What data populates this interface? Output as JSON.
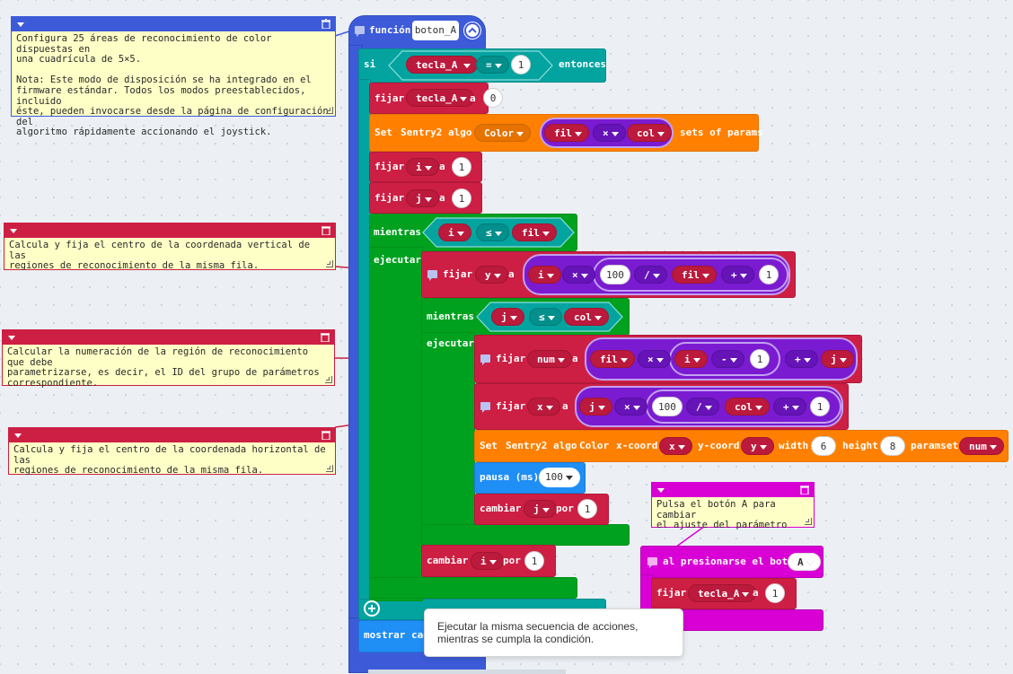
{
  "function_block": {
    "label": "función",
    "name": "boton_A"
  },
  "if_block": {
    "label": "si",
    "var": "tecla_A",
    "op": "=",
    "value": "1",
    "then": "entonces"
  },
  "set_tecla": {
    "label": "fijar",
    "var": "tecla_A",
    "to": "a",
    "value": "0"
  },
  "set_algo": {
    "set": "Set",
    "device": "Sentry2",
    "algo": "algo",
    "algo_value": "Color",
    "a": "fil",
    "op": "×",
    "b": "col",
    "suffix": "sets of params"
  },
  "set_i": {
    "label": "fijar",
    "var": "i",
    "to": "a",
    "value": "1"
  },
  "set_j": {
    "label": "fijar",
    "var": "j",
    "to": "a",
    "value": "1"
  },
  "while_outer": {
    "label": "mientras",
    "a": "i",
    "op": "≤",
    "b": "fil",
    "do": "ejecutar"
  },
  "set_y": {
    "label": "fijar",
    "var": "y",
    "to": "a",
    "a": "i",
    "op1": "×",
    "n": "100",
    "op2": "/",
    "b": "fil",
    "op3": "+",
    "c": "1"
  },
  "while_inner": {
    "label": "mientras",
    "a": "j",
    "op": "≤",
    "b": "col",
    "do": "ejecutar"
  },
  "set_num": {
    "label": "fijar",
    "var": "num",
    "to": "a",
    "a": "fil",
    "op1": "×",
    "b": "i",
    "op2": "-",
    "c": "1",
    "op3": "+",
    "d": "j"
  },
  "set_x": {
    "label": "fijar",
    "var": "x",
    "to": "a",
    "a": "j",
    "op1": "×",
    "n": "100",
    "op2": "/",
    "b": "col",
    "op3": "+",
    "c": "1"
  },
  "set_params": {
    "set": "Set",
    "device": "Sentry2",
    "algo": "algo",
    "algo_value": "Color",
    "xl": "x-coord",
    "x": "x",
    "yl": "y-coord",
    "y": "y",
    "wl": "width",
    "w": "6",
    "hl": "height",
    "h": "8",
    "pl": "paramset",
    "p": "num"
  },
  "pause": {
    "label": "pausa (ms)",
    "value": "100"
  },
  "change_j": {
    "label": "cambiar",
    "var": "j",
    "by": "por",
    "value": "1"
  },
  "change_i": {
    "label": "cambiar",
    "var": "i",
    "by": "por",
    "value": "1"
  },
  "show_string": {
    "label": "mostrar cade"
  },
  "on_button": {
    "label": "al presionarse el botón",
    "button": "A"
  },
  "set_tecla_1": {
    "label": "fijar",
    "var": "tecla_A",
    "to": "a",
    "value": "1"
  },
  "comments": [
    {
      "text": "Configura 25 áreas de reconocimiento de color dispuestas en\nuna cuadrícula de 5×5.\n\nNota: Este modo de disposición se ha integrado en el\nfirmware estándar. Todos los modos preestablecidos, incluido\néste, pueden invocarse desde la página de configuración del\nalgoritmo rápidamente accionando el joystick."
    },
    {
      "text": "Calcula y fija el centro de la coordenada vertical de las\nregiones de reconocimiento de la misma fila."
    },
    {
      "text": "Calcular la numeración de la región de reconocimiento que debe\nparametrizarse, es decir, el ID del grupo de parámetros\ncorrespondiente."
    },
    {
      "text": "Calcula y fija el centro de la coordenada horizontal de las\nregiones de reconocimiento de la misma fila."
    },
    {
      "text": "Pulsa el botón A para cambiar\nel ajuste del parámetro"
    }
  ],
  "tooltip": {
    "text": "Ejecutar la misma secuencia de acciones,\nmientras se cumpla la condición."
  },
  "colors": {
    "logic": "#03a4a0",
    "variables": "#cd1f44",
    "sentry": "#ff8000",
    "loops": "#00a11f",
    "math": "#7a1bd1",
    "functions": "#3d5bd9",
    "input": "#d800d4",
    "basic": "#1f8ef5",
    "comment": "#feffc6"
  }
}
